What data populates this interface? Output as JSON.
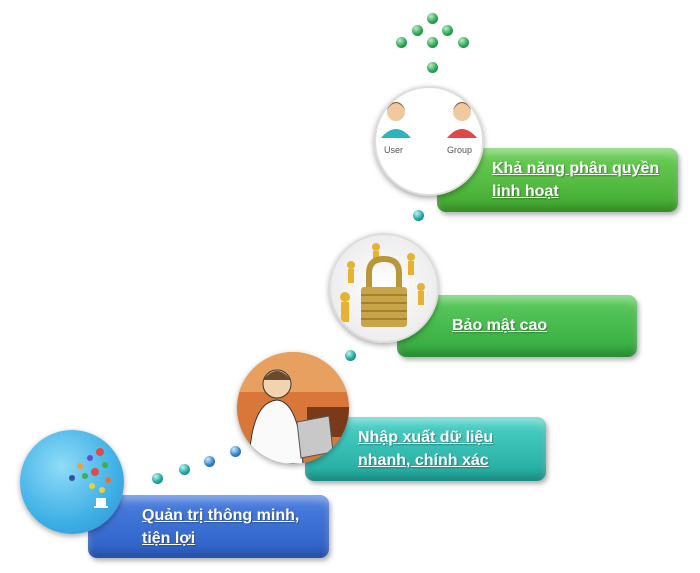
{
  "steps": [
    {
      "label_line1": "Quản trị thông minh,",
      "label_line2": "tiện lợi",
      "color": "#3b6fd4",
      "icon": "apps-network-icon"
    },
    {
      "label_line1": "Nhập xuất dữ liệu",
      "label_line2": "nhanh, chính xác",
      "color": "#2fc0b4",
      "icon": "office-worker-icon"
    },
    {
      "label_line1": "Bảo mật cao",
      "color": "#3db84a",
      "icon": "padlock-people-icon"
    },
    {
      "label_line1": "Khả năng phân quyền",
      "label_line2": "linh hoạt",
      "color": "#4dba3c",
      "icon": "user-group-icon",
      "icon_labels": {
        "user": "User",
        "group": "Group"
      }
    }
  ]
}
